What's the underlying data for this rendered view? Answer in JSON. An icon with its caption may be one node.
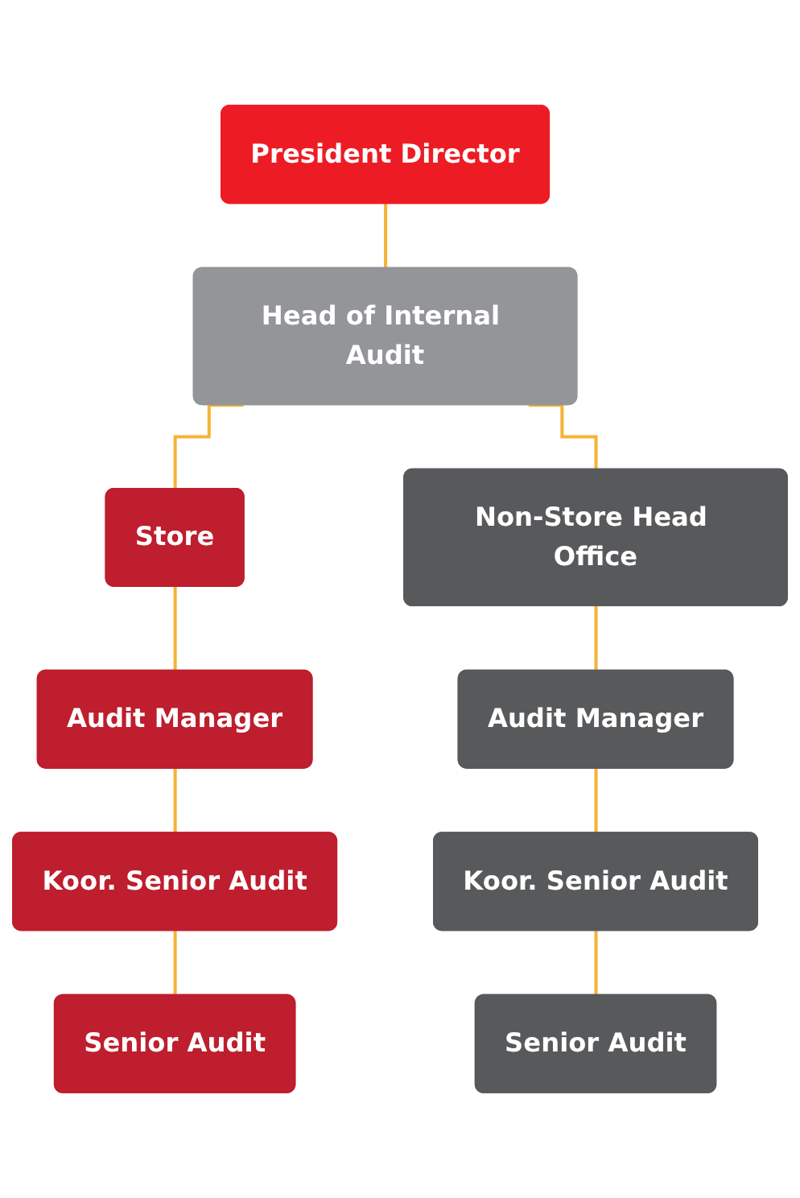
{
  "diagram": {
    "nodes": [
      {
        "text": [
          "President Director"
        ]
      },
      {
        "text": [
          "Head of Internal Audit"
        ]
      },
      {
        "text": [
          "Store"
        ]
      },
      {
        "text": [
          "Non-Store Head Office"
        ]
      },
      {
        "text": [
          "Audit Manager"
        ]
      },
      {
        "text": [
          "Audit Manager"
        ]
      },
      {
        "text": [
          "Koor. Senior Audit"
        ]
      },
      {
        "text": [
          "Koor. Senior Audit"
        ]
      },
      {
        "text": [
          "Senior Audit"
        ]
      },
      {
        "text": [
          "Senior Audit"
        ]
      }
    ],
    "edges": [
      {
        "from": 0,
        "to": 1,
        "arrow": "none"
      },
      {
        "from": 1,
        "to": 2,
        "arrow": "none"
      },
      {
        "from": 1,
        "to": 3,
        "arrow": "none"
      },
      {
        "from": 2,
        "to": 4,
        "arrow": "none"
      },
      {
        "from": 3,
        "to": 5,
        "arrow": "none"
      },
      {
        "from": 4,
        "to": 6,
        "arrow": "none"
      },
      {
        "from": 5,
        "to": 7,
        "arrow": "none"
      },
      {
        "from": 6,
        "to": 8,
        "arrow": "none"
      },
      {
        "from": 7,
        "to": 9,
        "arrow": "none"
      }
    ]
  }
}
